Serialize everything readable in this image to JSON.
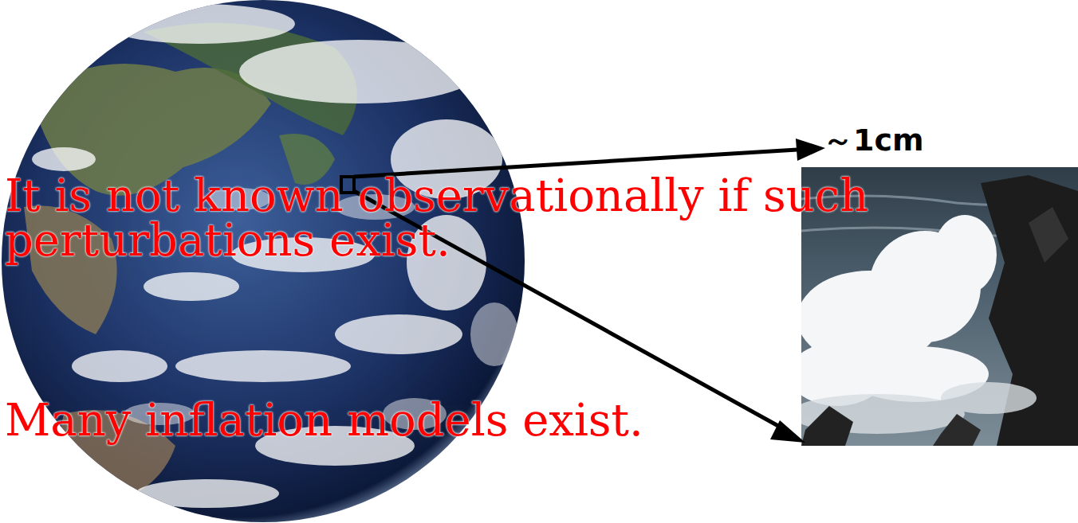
{
  "diagram": {
    "labels": [
      "～1cm",
      "It is not known observationally if such perturbations exist.",
      "Many inflation models exist."
    ]
  }
}
